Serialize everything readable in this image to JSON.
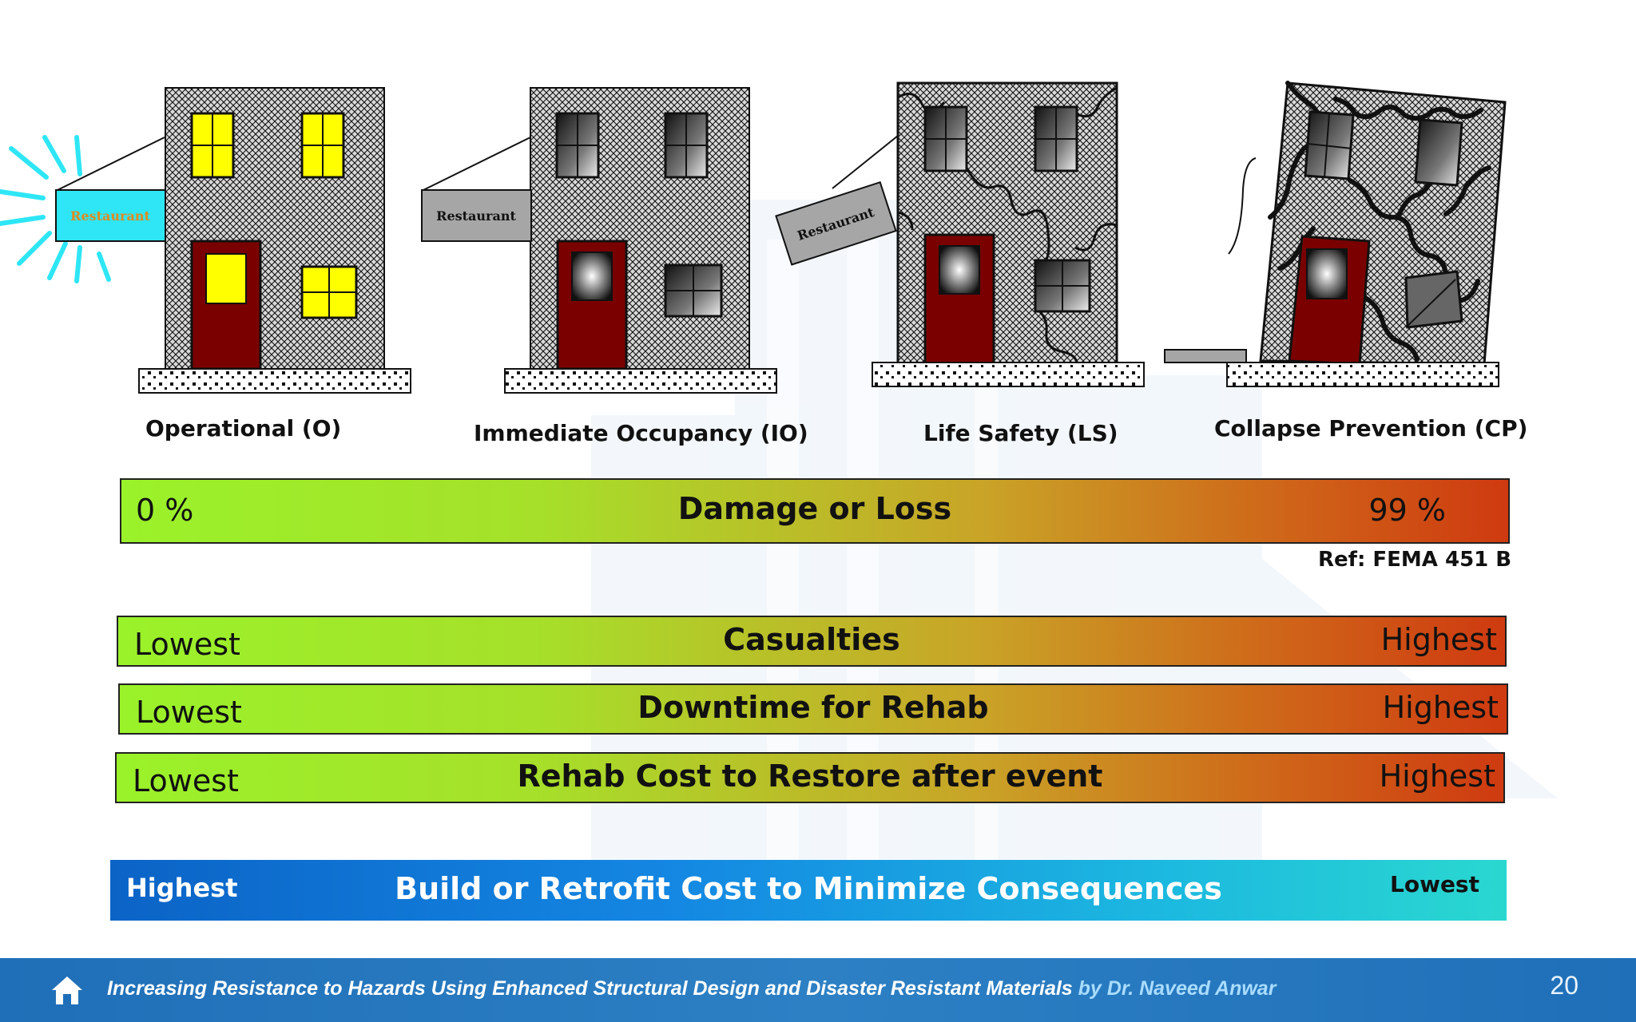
{
  "levels": [
    {
      "label": "Operational (O)",
      "sign": "Restaurant"
    },
    {
      "label": "Immediate Occupancy (IO)",
      "sign": "Restaurant"
    },
    {
      "label": "Life Safety (LS)",
      "sign": "Restaurant"
    },
    {
      "label": "Collapse Prevention (CP)"
    }
  ],
  "damage_bar": {
    "left": "0 %",
    "center": "Damage or Loss",
    "right": "99 %"
  },
  "reference": "Ref: FEMA 451 B",
  "consequence_bars": [
    {
      "left": "Lowest",
      "center": "Casualties",
      "right": "Highest"
    },
    {
      "left": "Lowest",
      "center": "Downtime for Rehab",
      "right": "Highest"
    },
    {
      "left": "Lowest",
      "center": "Rehab Cost to Restore after event",
      "right": "Highest"
    }
  ],
  "cost_bar": {
    "left": "Highest",
    "center": "Build or Retrofit Cost to Minimize Consequences",
    "right": "Lowest"
  },
  "footer": {
    "title": "Increasing Resistance to Hazards Using Enhanced Structural Design and Disaster Resistant Materials",
    "author": " by Dr. Naveed Anwar",
    "page_number": "20"
  },
  "colors": {
    "bar_start": "#9af22a",
    "bar_end": "#cf3a10",
    "cost_bar_start": "#0b63c6",
    "cost_bar_end": "#2ad8d0",
    "footer_bg": "#1f6fb8",
    "door": "#7a0000",
    "lit_window": "#ffff00",
    "sign_lit": "#2ee6f5"
  },
  "icons": [
    "home-icon"
  ]
}
